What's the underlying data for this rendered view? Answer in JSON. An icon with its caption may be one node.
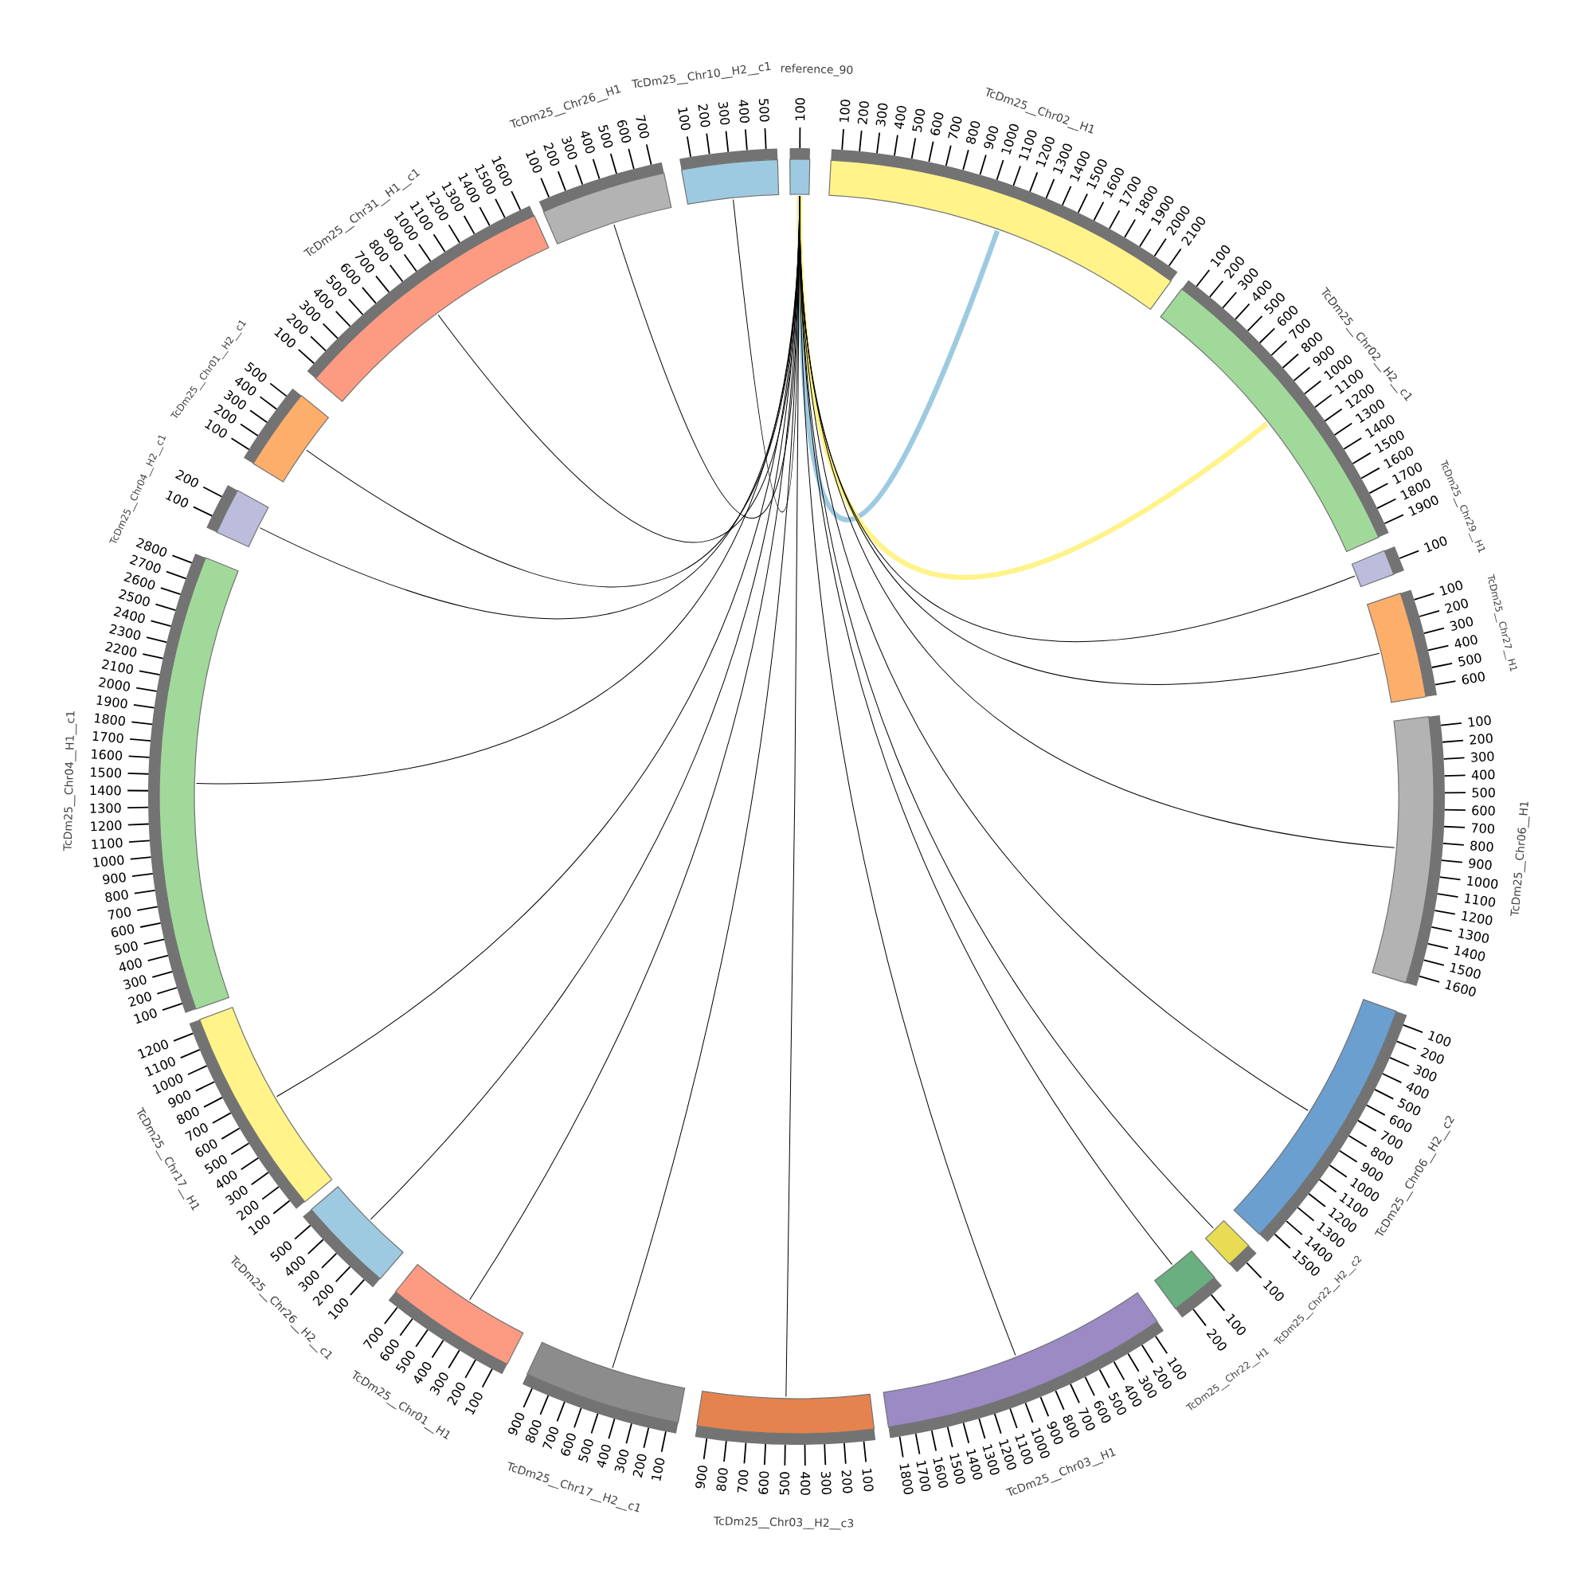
{
  "diagram": {
    "nodes": [
      {
        "text": [
          "reference_90"
        ],
        "beside": [
          "100"
        ]
      },
      {
        "text": [
          "TcDm25__Chr02__H1"
        ],
        "beside": [
          "100",
          "200",
          "300",
          "400",
          "500",
          "600",
          "700",
          "800",
          "900",
          "1000",
          "1100",
          "1200",
          "1300",
          "1400",
          "1500",
          "1600",
          "1700",
          "1800",
          "1900",
          "2000",
          "2100"
        ]
      },
      {
        "text": [
          "TcDm25__Chr02__H2__c1"
        ],
        "beside": [
          "100",
          "200",
          "300",
          "400",
          "500",
          "600",
          "700",
          "800",
          "900",
          "1000",
          "1100",
          "1200",
          "1300",
          "1400",
          "1500",
          "1600",
          "1700",
          "1800",
          "1900"
        ]
      },
      {
        "text": [
          "TcDm25__Chr29__H1"
        ],
        "beside": [
          "100"
        ]
      },
      {
        "text": [
          "TcDm25__Chr27__H1"
        ],
        "beside": [
          "100",
          "200",
          "300",
          "400",
          "500",
          "600"
        ]
      },
      {
        "text": [
          "TcDm25__Chr06__H1"
        ],
        "beside": [
          "100",
          "200",
          "300",
          "400",
          "500",
          "600",
          "700",
          "800",
          "900",
          "1000",
          "1100",
          "1200",
          "1300",
          "1400",
          "1500",
          "1600"
        ]
      },
      {
        "text": [
          "TcDm25__Chr06__H2__c2"
        ],
        "beside": [
          "100",
          "200",
          "300",
          "400",
          "500",
          "600",
          "700",
          "800",
          "900",
          "1000",
          "1100",
          "1200",
          "1300",
          "1400",
          "1500"
        ]
      },
      {
        "text": [
          "TcDm25__Chr22__H2__c2"
        ],
        "beside": [
          "100"
        ]
      },
      {
        "text": [
          "TcDm25__Chr22__H1"
        ],
        "beside": [
          "100",
          "200"
        ]
      },
      {
        "text": [
          "TcDm25__Chr03__H1"
        ],
        "beside": [
          "100",
          "200",
          "300",
          "400",
          "500",
          "600",
          "700",
          "800",
          "900",
          "1000",
          "1100",
          "1200",
          "1300",
          "1400",
          "1500",
          "1600",
          "1700",
          "1800"
        ]
      },
      {
        "text": [
          "TcDm25__Chr03__H2__c3"
        ],
        "beside": [
          "100",
          "200",
          "300",
          "400",
          "500",
          "600",
          "700",
          "800",
          "900"
        ]
      },
      {
        "text": [
          "TcDm25__Chr17__H2__c1"
        ],
        "beside": [
          "100",
          "200",
          "300",
          "400",
          "500",
          "600",
          "700",
          "800",
          "900"
        ]
      },
      {
        "text": [
          "TcDm25__Chr01__H1"
        ],
        "beside": [
          "100",
          "200",
          "300",
          "400",
          "500",
          "600",
          "700"
        ]
      },
      {
        "text": [
          "TcDm25__Chr26__H2__c1"
        ],
        "beside": [
          "100",
          "200",
          "300",
          "400",
          "500"
        ]
      },
      {
        "text": [
          "TcDm25__Chr17__H1"
        ],
        "beside": [
          "100",
          "200",
          "300",
          "400",
          "500",
          "600",
          "700",
          "800",
          "900",
          "1000",
          "1100",
          "1200"
        ]
      },
      {
        "text": [
          "TcDm25__Chr04__H1__c1"
        ],
        "beside": [
          "100",
          "200",
          "300",
          "400",
          "500",
          "600",
          "700",
          "800",
          "900",
          "1000",
          "1100",
          "1200",
          "1300",
          "1400",
          "1500",
          "1600",
          "1700",
          "1800",
          "1900",
          "2000",
          "2100",
          "2200",
          "2300",
          "2400",
          "2500",
          "2600",
          "2700",
          "2800"
        ]
      },
      {
        "text": [
          "TcDm25__Chr04__H2__c1"
        ],
        "beside": [
          "100",
          "200"
        ]
      },
      {
        "text": [
          "TcDm25__Chr01__H2__c1"
        ],
        "beside": [
          "100",
          "200",
          "300",
          "400",
          "500"
        ]
      },
      {
        "text": [
          "TcDm25__Chr31__H1__c1"
        ],
        "beside": [
          "100",
          "200",
          "300",
          "400",
          "500",
          "600",
          "700",
          "800",
          "900",
          "1000",
          "1100",
          "1200",
          "1300",
          "1400",
          "1500",
          "1600"
        ]
      },
      {
        "text": [
          "TcDm25__Chr26__H1"
        ],
        "beside": [
          "100",
          "200",
          "300",
          "400",
          "500",
          "600",
          "700"
        ]
      },
      {
        "text": [
          "TcDm25__Chr10__H2__c1"
        ],
        "beside": [
          "100",
          "200",
          "300",
          "400",
          "500"
        ]
      }
    ],
    "edges": [
      {
        "from": 0,
        "to": 1,
        "arrow": "none",
        "style": "thick",
        "color": "#9ecae1"
      },
      {
        "from": 0,
        "to": 2,
        "arrow": "none",
        "style": "thick",
        "color": "#fff38a"
      },
      {
        "from": 0,
        "to": 3,
        "arrow": "none"
      },
      {
        "from": 0,
        "to": 4,
        "arrow": "none"
      },
      {
        "from": 0,
        "to": 5,
        "arrow": "none"
      },
      {
        "from": 0,
        "to": 6,
        "arrow": "none"
      },
      {
        "from": 0,
        "to": 7,
        "arrow": "none"
      },
      {
        "from": 0,
        "to": 8,
        "arrow": "none"
      },
      {
        "from": 0,
        "to": 9,
        "arrow": "none"
      },
      {
        "from": 0,
        "to": 10,
        "arrow": "none"
      },
      {
        "from": 0,
        "to": 11,
        "arrow": "none"
      },
      {
        "from": 0,
        "to": 12,
        "arrow": "none"
      },
      {
        "from": 0,
        "to": 13,
        "arrow": "none"
      },
      {
        "from": 0,
        "to": 14,
        "arrow": "none"
      },
      {
        "from": 0,
        "to": 15,
        "arrow": "none"
      },
      {
        "from": 0,
        "to": 16,
        "arrow": "none"
      },
      {
        "from": 0,
        "to": 17,
        "arrow": "none"
      },
      {
        "from": 0,
        "to": 18,
        "arrow": "none"
      },
      {
        "from": 0,
        "to": 19,
        "arrow": "none"
      },
      {
        "from": 0,
        "to": 20,
        "arrow": "none"
      }
    ]
  }
}
